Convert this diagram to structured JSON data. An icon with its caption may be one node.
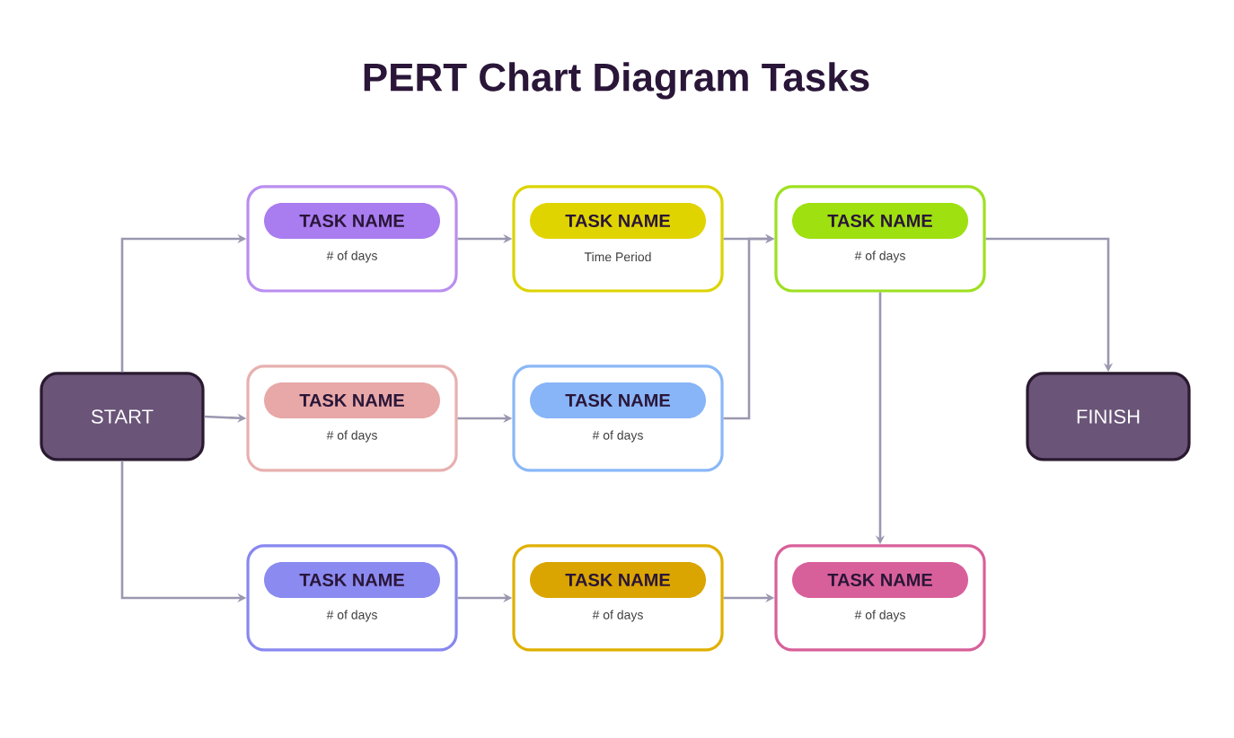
{
  "diagram": {
    "title": "PERT Chart Diagram Tasks",
    "nodes": [
      {
        "text": [
          "START"
        ]
      },
      {
        "text": [
          "TASK NAME",
          "# of days"
        ]
      },
      {
        "text": [
          "TASK NAME",
          "Time Period"
        ]
      },
      {
        "text": [
          "TASK NAME",
          "# of days"
        ]
      },
      {
        "text": [
          "TASK NAME",
          "# of days"
        ]
      },
      {
        "text": [
          "TASK NAME",
          "# of days"
        ]
      },
      {
        "text": [
          "FINISH"
        ]
      },
      {
        "text": [
          "TASK NAME",
          "# of days"
        ]
      },
      {
        "text": [
          "TASK NAME",
          "# of days"
        ]
      },
      {
        "text": [
          "TASK NAME",
          "# of days"
        ]
      }
    ],
    "edges": [
      {
        "from": 0,
        "to": 1,
        "arrow": "to"
      },
      {
        "from": 0,
        "to": 4,
        "arrow": "to"
      },
      {
        "from": 0,
        "to": 7,
        "arrow": "to"
      },
      {
        "from": 1,
        "to": 2,
        "arrow": "to"
      },
      {
        "from": 4,
        "to": 5,
        "arrow": "to"
      },
      {
        "from": 7,
        "to": 8,
        "arrow": "to"
      },
      {
        "from": 2,
        "to": 3,
        "arrow": "to"
      },
      {
        "from": 5,
        "to": 3,
        "arrow": "to"
      },
      {
        "from": 3,
        "to": 6,
        "arrow": "to"
      },
      {
        "from": 3,
        "to": 9,
        "arrow": "to"
      },
      {
        "from": 8,
        "to": 9,
        "arrow": "to"
      }
    ]
  }
}
